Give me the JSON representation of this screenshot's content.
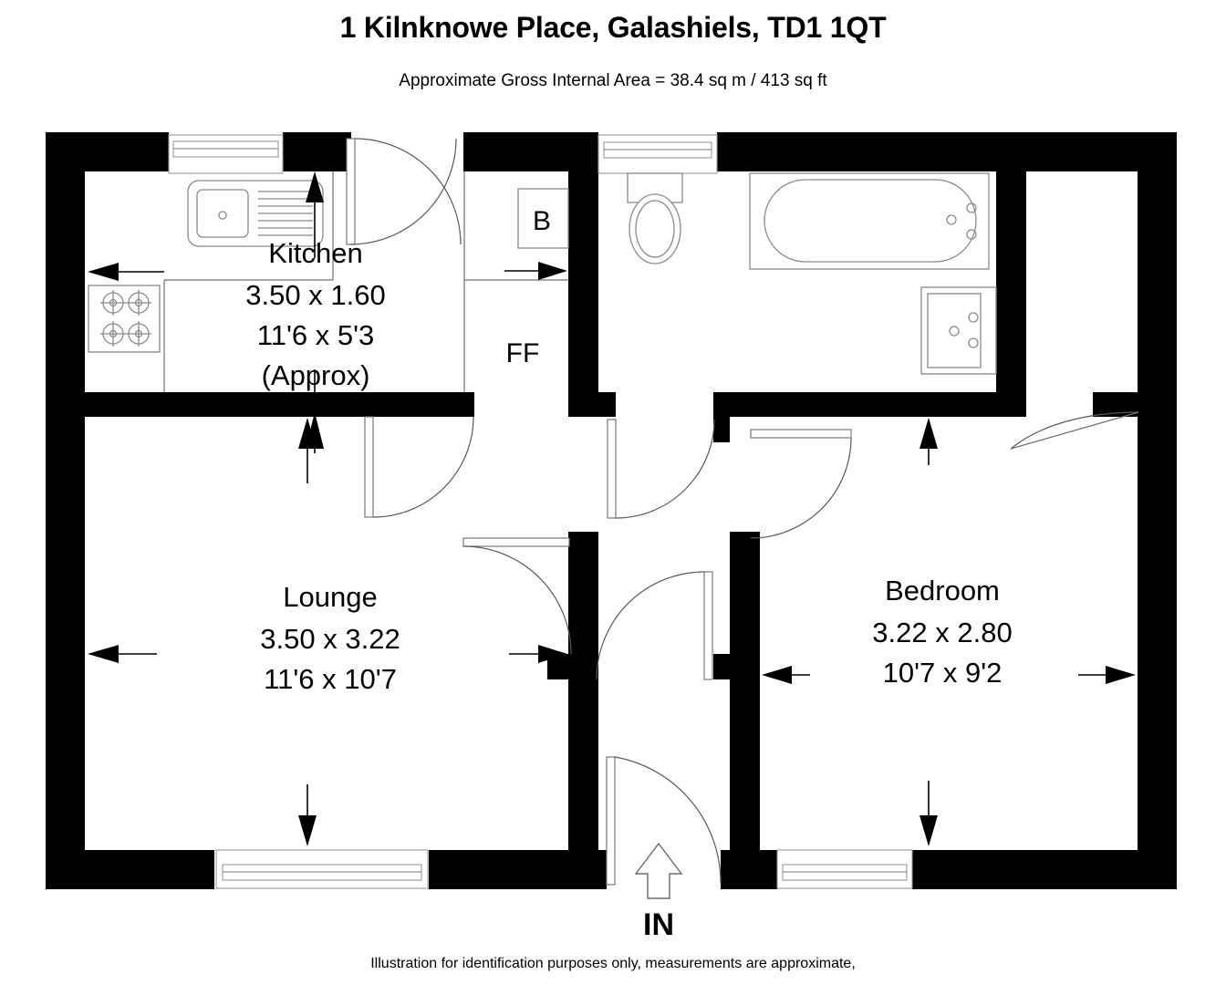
{
  "header": {
    "title": "1 Kilnknowe Place, Galashiels, TD1 1QT",
    "area_note": "Approximate Gross Internal Area = 38.4 sq m / 413 sq ft"
  },
  "footer": {
    "disclaimer": "Illustration for identification purposes only, measurements are approximate,"
  },
  "rooms": [
    {
      "name": "Kitchen",
      "metric": "3.50 x 1.60",
      "imperial": "11'6 x 5'3",
      "note": "(Approx)"
    },
    {
      "name": "Lounge",
      "metric": "3.50 x 3.22",
      "imperial": "11'6 x 10'7",
      "note": ""
    },
    {
      "name": "Bedroom",
      "metric": "3.22 x 2.80",
      "imperial": "10'7 x 9'2",
      "note": ""
    }
  ],
  "tags": {
    "boiler": "B",
    "fridge_freezer": "FF",
    "entrance": "IN"
  },
  "colors": {
    "wall": "#000000",
    "background": "#ffffff",
    "fixture_outline": "#8a8a8a",
    "door_arc": "#5a5a5a"
  },
  "chart_data": {
    "type": "table",
    "title": "1 Kilnknowe Place, Galashiels, TD1 1QT",
    "subtitle": "Approximate Gross Internal Area = 38.4 sq m / 413 sq ft",
    "total_area_sqm": 38.4,
    "total_area_sqft": 413,
    "categories": [
      "Kitchen",
      "Lounge",
      "Bedroom"
    ],
    "series": [
      {
        "name": "Length (m)",
        "values": [
          3.5,
          3.5,
          3.22
        ]
      },
      {
        "name": "Width (m)",
        "values": [
          1.6,
          3.22,
          2.8
        ]
      }
    ]
  }
}
